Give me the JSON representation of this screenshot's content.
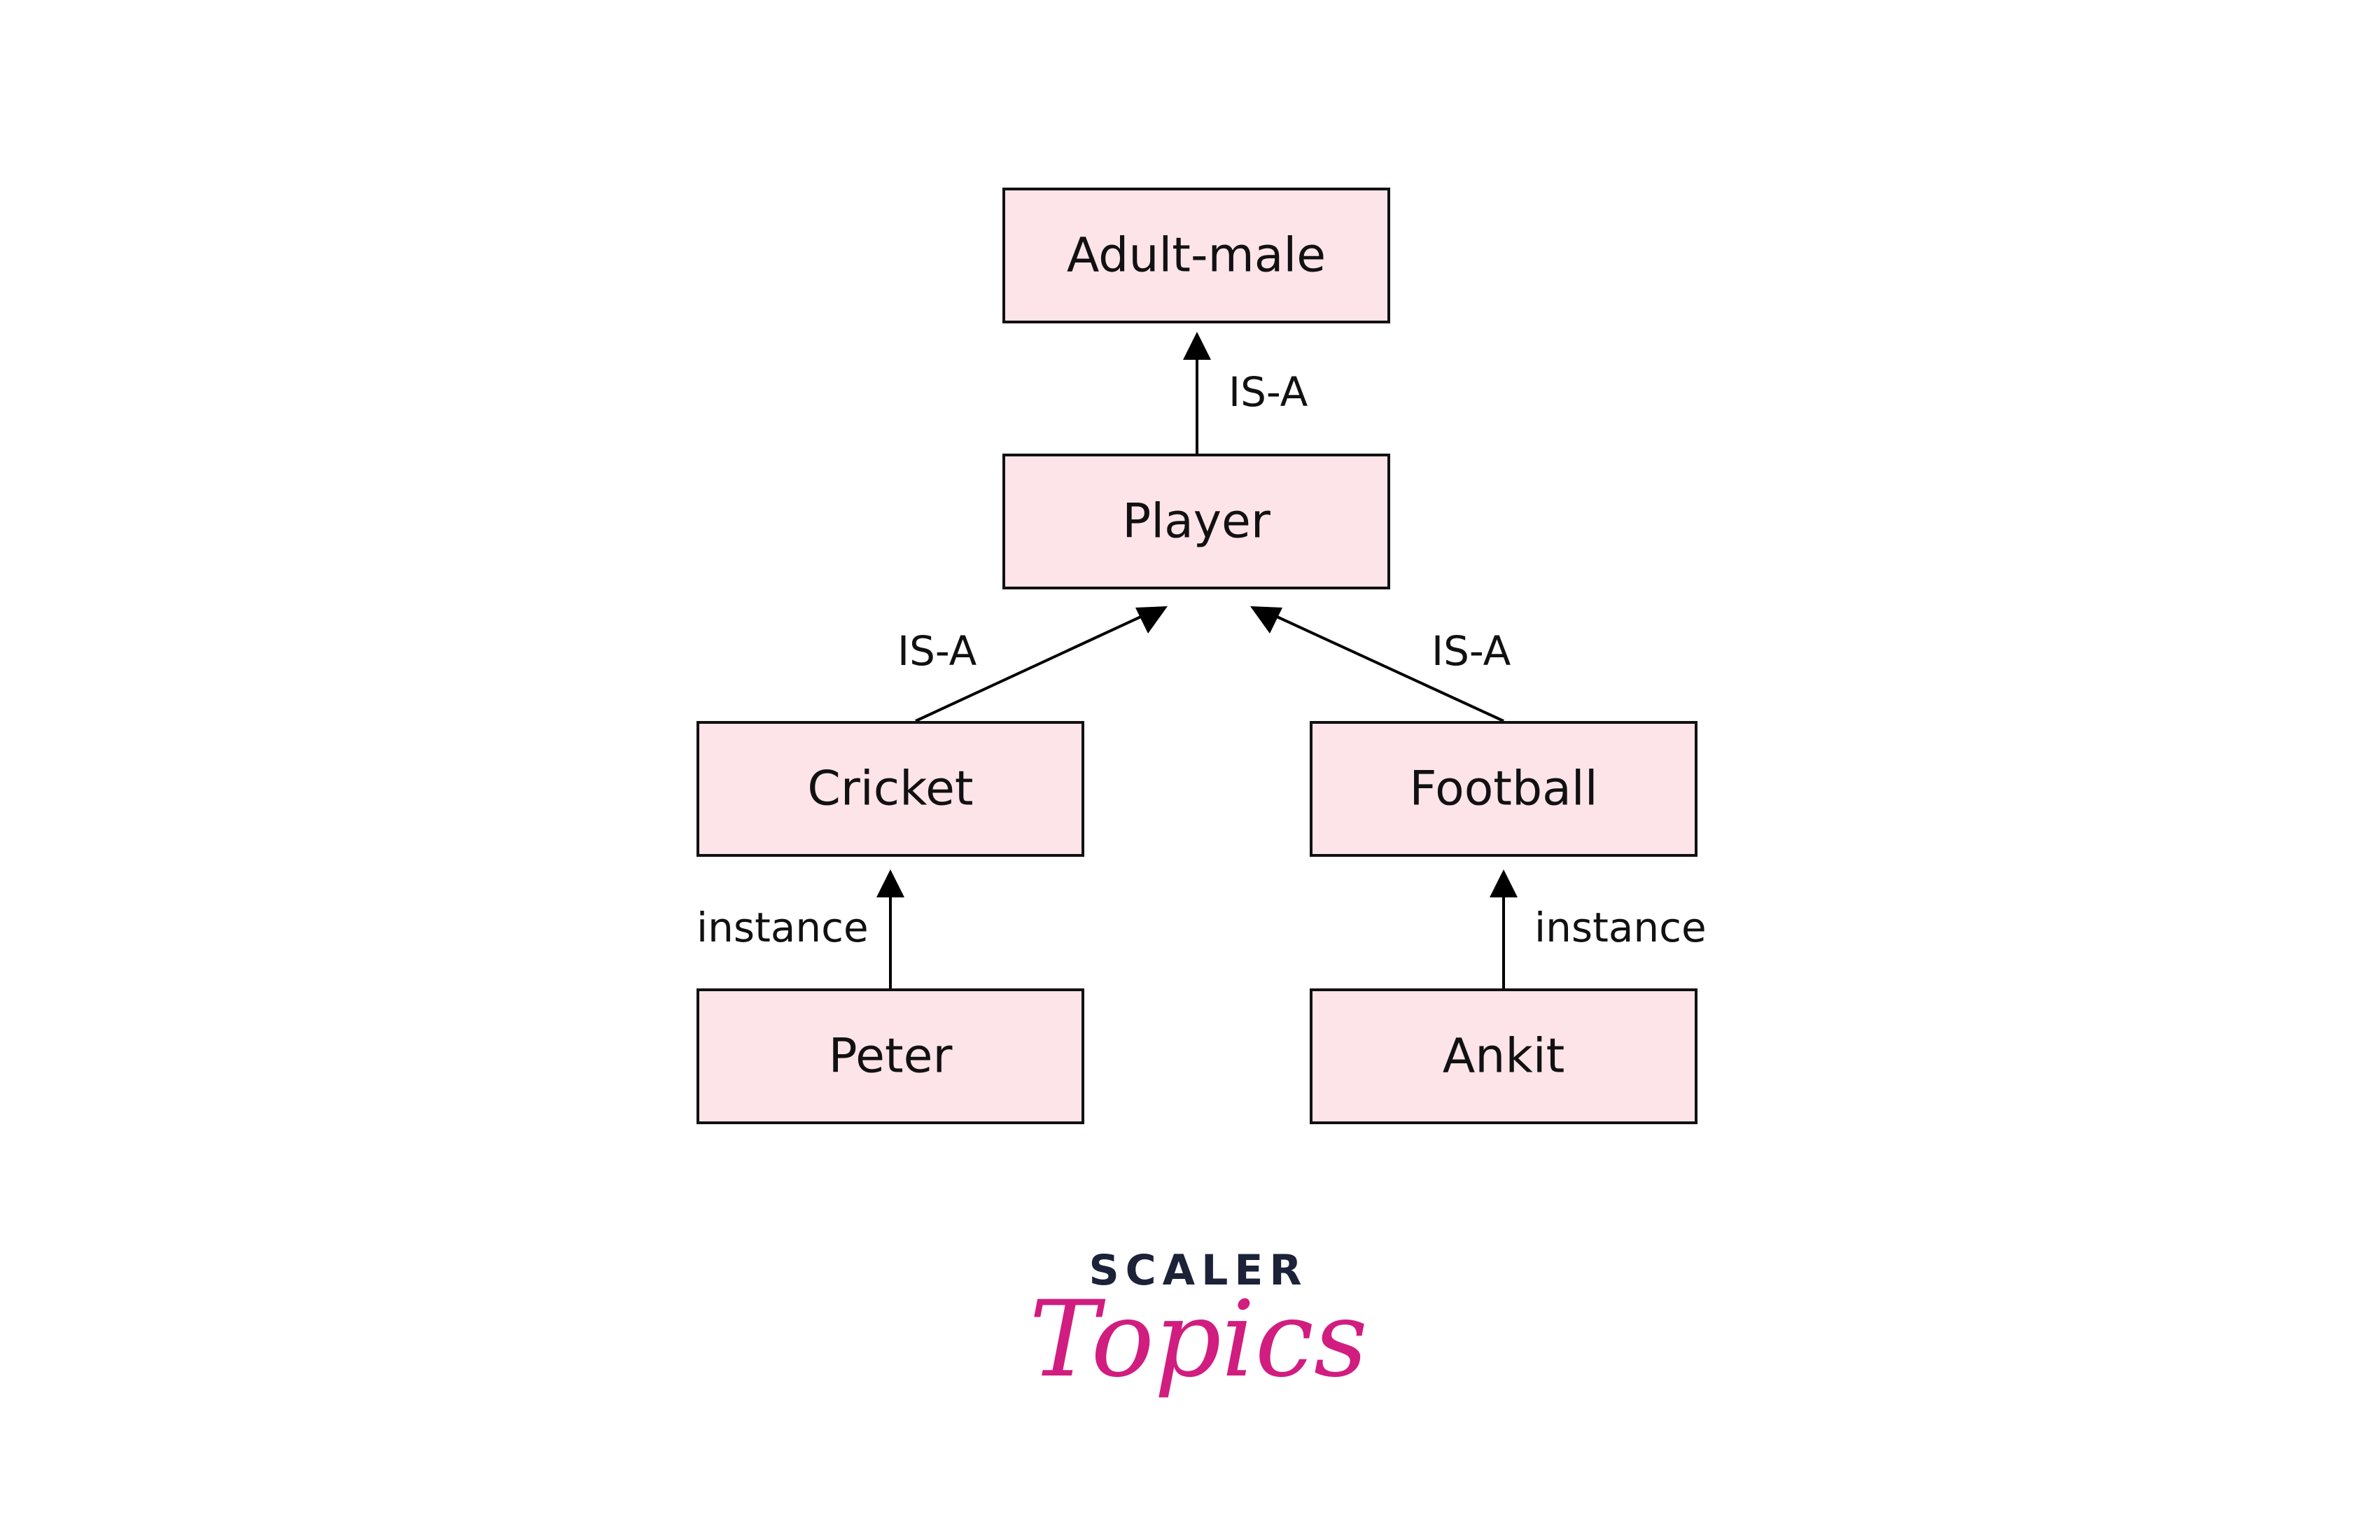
{
  "colors": {
    "node_fill": "#fde4e9",
    "node_stroke": "#111111",
    "edge": "#000000",
    "logo_dark": "#1c2238",
    "logo_accent": "#d11d7f"
  },
  "nodes": {
    "adult_male": "Adult-male",
    "player": "Player",
    "cricket": "Cricket",
    "football": "Football",
    "peter": "Peter",
    "ankit": "Ankit"
  },
  "edges": {
    "player_to_adult_male": "IS-A",
    "cricket_to_player": "IS-A",
    "football_to_player": "IS-A",
    "peter_to_cricket": "instance",
    "ankit_to_football": "instance"
  },
  "logo": {
    "top": "SCALER",
    "bottom": "Topics"
  }
}
